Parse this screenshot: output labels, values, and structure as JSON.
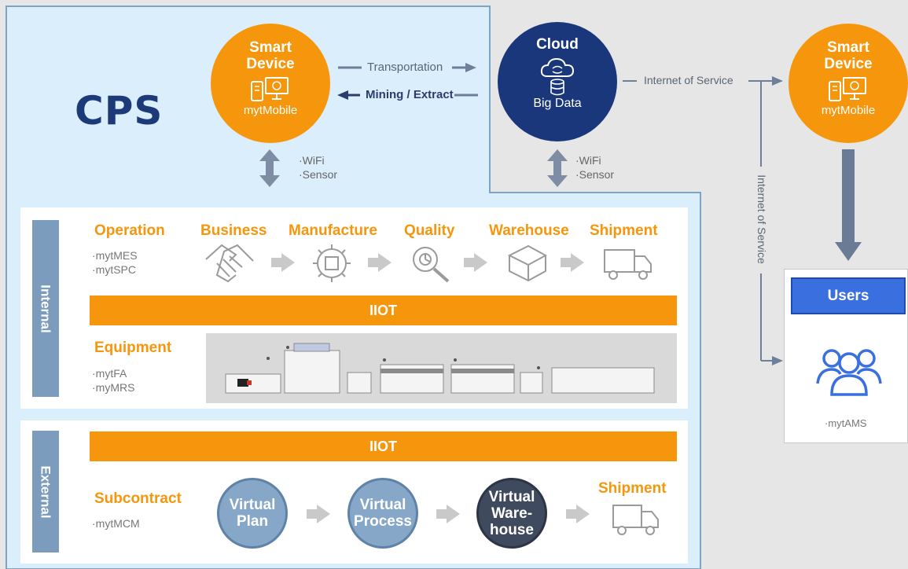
{
  "cps_title": "CPS",
  "smart_device_left": {
    "title_line1": "Smart",
    "title_line2": "Device",
    "label": "mytMobile"
  },
  "cloud": {
    "title": "Cloud",
    "label": "Big Data"
  },
  "smart_device_right": {
    "title_line1": "Smart",
    "title_line2": "Device",
    "label": "mytMobile"
  },
  "flows": {
    "transportation": "Transportation",
    "mining": "Mining / Extract",
    "internet_of_service_h": "Internet of Service",
    "internet_of_service_v": "Internet of Service"
  },
  "wifi_left": {
    "line1": "·WiFi",
    "line2": "·Sensor"
  },
  "wifi_cloud": {
    "line1": "·WiFi",
    "line2": "·Sensor"
  },
  "internal": {
    "tab": "Internal",
    "operation": {
      "title": "Operation",
      "sub1": "·mytMES",
      "sub2": "·mytSPC"
    },
    "steps": [
      "Business",
      "Manufacture",
      "Quality",
      "Warehouse",
      "Shipment"
    ],
    "iiot": "IIOT",
    "equipment": {
      "title": "Equipment",
      "sub1": "·mytFA",
      "sub2": "·myMRS"
    }
  },
  "external": {
    "tab": "External",
    "iiot": "IIOT",
    "subcontract": {
      "title": "Subcontract",
      "sub": "·mytMCM"
    },
    "virtual": [
      {
        "line1": "Virtual",
        "line2": "Plan"
      },
      {
        "line1": "Virtual",
        "line2": "Process"
      },
      {
        "line1": "Virtual",
        "line2": "Ware-",
        "line3": "house"
      }
    ],
    "shipment": "Shipment"
  },
  "users": {
    "title": "Users",
    "sub": "·mytAMS"
  },
  "colors": {
    "orange": "#f5960d",
    "navy": "#19377a",
    "cps_bg": "#dbeefb",
    "tab_blue": "#7b9cbc",
    "users_blue": "#3a6fe0"
  },
  "icons": [
    "phone-icon",
    "monitor-icon",
    "cloud-icon",
    "database-icon",
    "handshake-icon",
    "gear-chip-icon",
    "magnifier-icon",
    "box-icon",
    "truck-icon",
    "users-icon",
    "machine-line-image"
  ]
}
